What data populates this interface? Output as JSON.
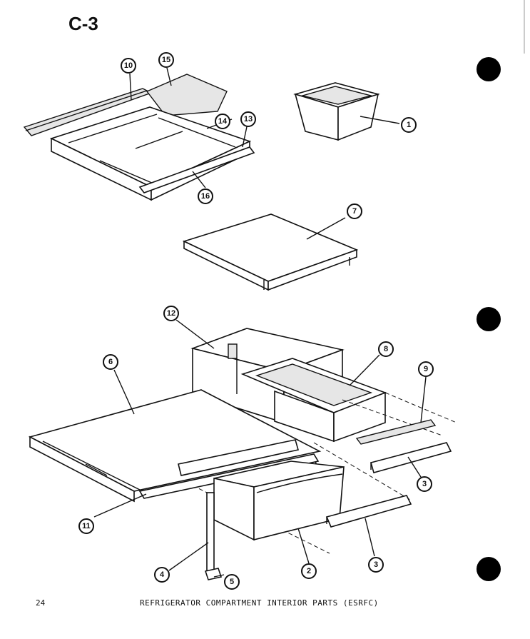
{
  "header": {
    "section_code": "C-3"
  },
  "footer": {
    "page_number": "24",
    "caption": "REFRIGERATOR COMPARTMENT INTERIOR PARTS (ESRFC)"
  },
  "callouts": {
    "c1": "1",
    "c2": "2",
    "c3a": "3",
    "c3b": "3",
    "c4": "4",
    "c5": "5",
    "c6": "6",
    "c7": "7",
    "c8": "8",
    "c9": "9",
    "c10": "10",
    "c11": "11",
    "c12": "12",
    "c13": "13",
    "c14": "14",
    "c15": "15",
    "c16": "16"
  },
  "colors": {
    "ink": "#111111",
    "paper": "#ffffff",
    "hole": "#000000"
  }
}
